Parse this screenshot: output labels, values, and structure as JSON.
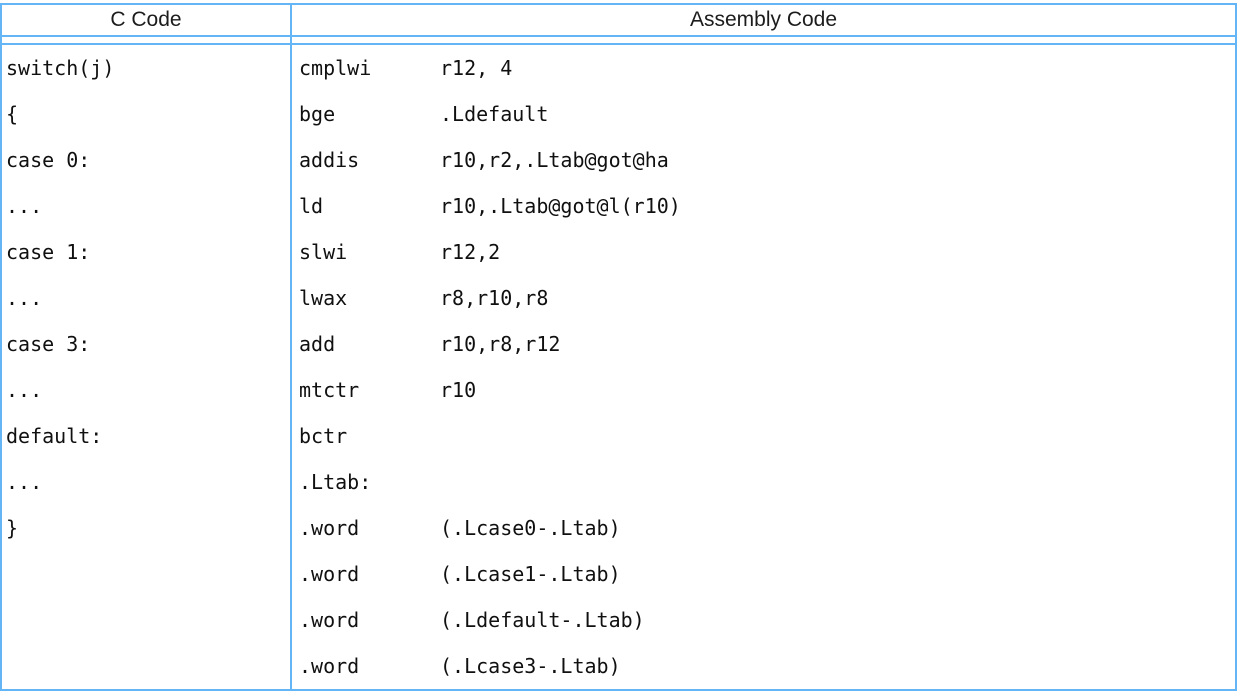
{
  "table": {
    "border_color": "#64B5F6",
    "text_color": "#101010",
    "columns": [
      {
        "label": "C Code"
      },
      {
        "label": "Assembly Code"
      }
    ],
    "rows": [
      {
        "c": "switch(j)",
        "mnemonic": "cmplwi",
        "operand": "r12, 4"
      },
      {
        "c": "{",
        "mnemonic": "bge",
        "operand": ".Ldefault"
      },
      {
        "c": "case 0:",
        "mnemonic": "addis",
        "operand": "r10,r2,.Ltab@got@ha"
      },
      {
        "c": "...",
        "mnemonic": "ld",
        "operand": "r10,.Ltab@got@l(r10)"
      },
      {
        "c": "case 1:",
        "mnemonic": "slwi",
        "operand": "r12,2"
      },
      {
        "c": "...",
        "mnemonic": "lwax",
        "operand": "r8,r10,r8"
      },
      {
        "c": "case 3:",
        "mnemonic": "add",
        "operand": "r10,r8,r12"
      },
      {
        "c": "...",
        "mnemonic": "mtctr",
        "operand": "r10"
      },
      {
        "c": "default:",
        "mnemonic": "bctr",
        "operand": ""
      },
      {
        "c": "...",
        "mnemonic": ".Ltab:",
        "operand": ""
      },
      {
        "c": "}",
        "mnemonic": ".word",
        "operand": "(.Lcase0-.Ltab)"
      },
      {
        "c": "",
        "mnemonic": ".word",
        "operand": "(.Lcase1-.Ltab)"
      },
      {
        "c": "",
        "mnemonic": ".word",
        "operand": "(.Ldefault-.Ltab)"
      },
      {
        "c": "",
        "mnemonic": ".word",
        "operand": "(.Lcase3-.Ltab)"
      }
    ]
  }
}
